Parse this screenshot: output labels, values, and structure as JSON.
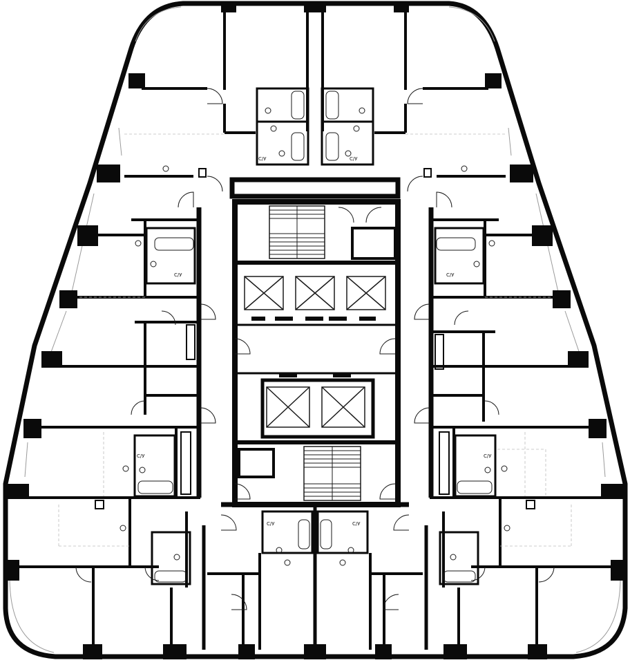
{
  "plan": {
    "colors": {
      "wall": "#0a0a0a",
      "thin": "#1a1a1a",
      "dash": "#bdbdbd",
      "glass": "#9a9a9a",
      "bg": "#ffffff"
    },
    "labels": [
      {
        "id": "lbl-1",
        "text": "С/У"
      },
      {
        "id": "lbl-2",
        "text": "С/У"
      },
      {
        "id": "lbl-3",
        "text": "С/У"
      },
      {
        "id": "lbl-4",
        "text": "С/У"
      },
      {
        "id": "lbl-5",
        "text": "С/У"
      },
      {
        "id": "lbl-6",
        "text": "С/У"
      },
      {
        "id": "lbl-7",
        "text": "С/У"
      },
      {
        "id": "lbl-8",
        "text": "С/У"
      }
    ]
  }
}
